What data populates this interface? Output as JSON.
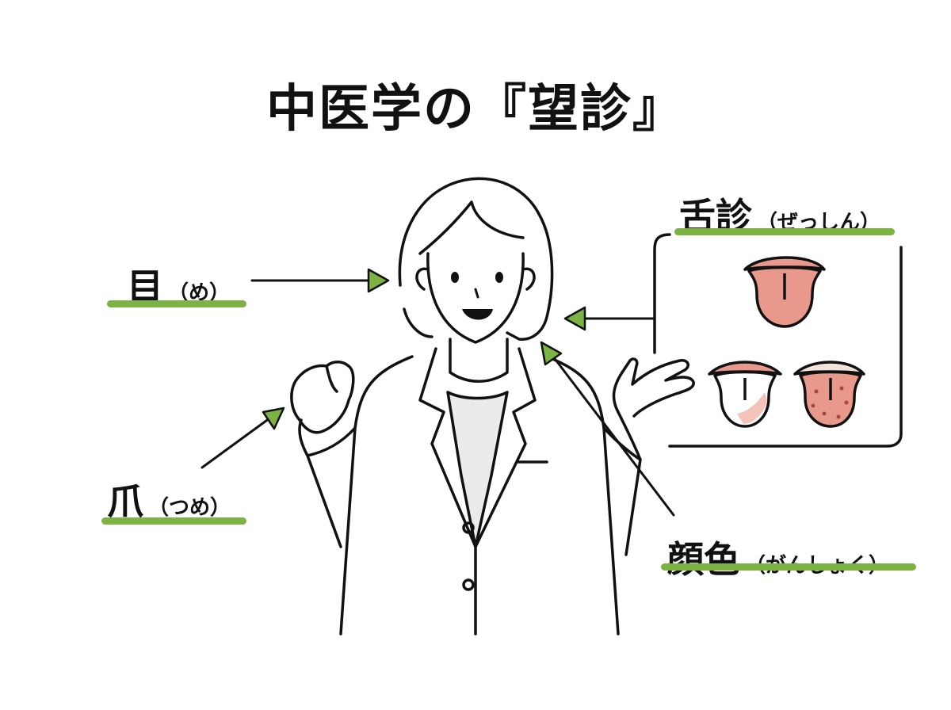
{
  "title": "中医学の『望診』",
  "colors": {
    "accent_green": "#7cb342",
    "arrow_fill": "#7cb342",
    "tongue_pink": "#e8998b",
    "tongue_pale": "#ffffff",
    "line": "#111111",
    "shirt_gray": "#ebebeb"
  },
  "labels": {
    "eye": {
      "main": "目",
      "kana": "（め）"
    },
    "nail": {
      "main": "爪",
      "kana": "（つめ）"
    },
    "tongue": {
      "main": "舌診",
      "kana": "（ぜっしん）"
    },
    "face": {
      "main": "顔色",
      "kana": "（がんしょく）"
    }
  },
  "icons": [
    "doctor-illustration",
    "tongue-normal-icon",
    "tongue-pale-icon",
    "tongue-spotted-icon",
    "arrow-icon"
  ]
}
